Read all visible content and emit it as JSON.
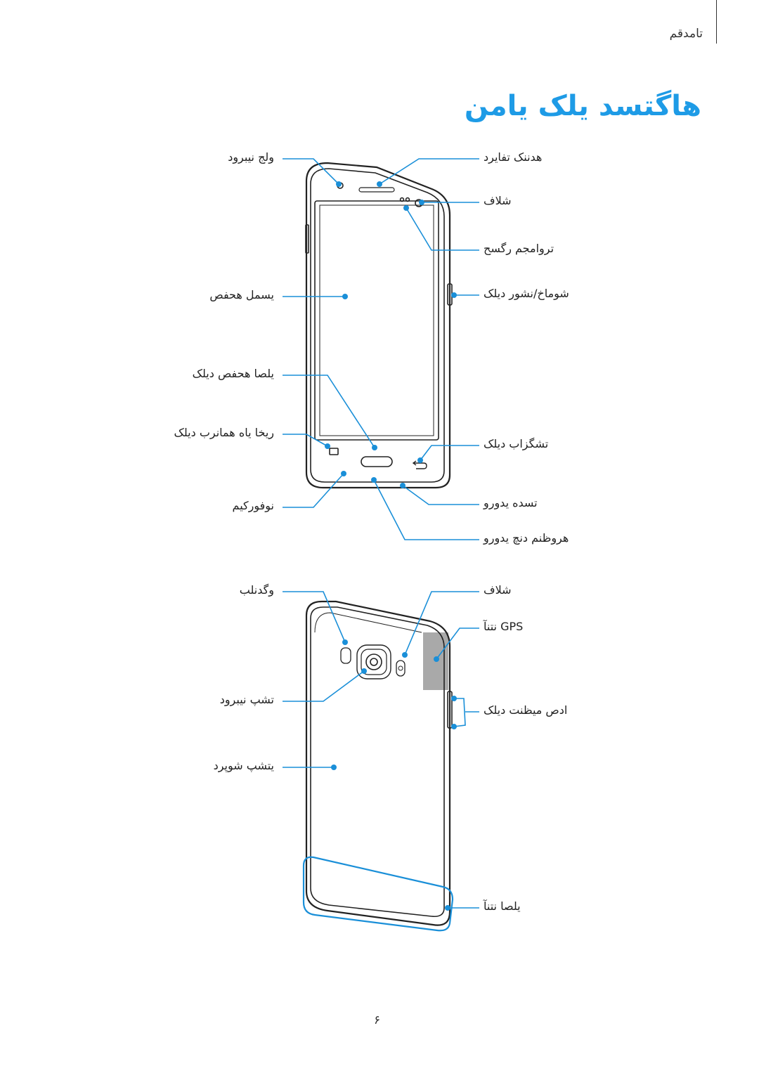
{
  "header": {
    "section": "تامدقم",
    "title": "هاگتسد یلک یامن"
  },
  "front": {
    "left_labels": {
      "front_camera": "ولج نیبرود",
      "touchscreen": "یسمل هحفص",
      "home_key": "یلصا هحفص دیلک",
      "recent_apps_key": "ریخا یاه همانرب دیلک",
      "microphone": "نوفورکیم"
    },
    "right_labels": {
      "earpiece": "هدننک تفایرد",
      "flash": "شلاف",
      "proximity_sensor": "تروامجم رگسح",
      "power_key": "شوماخ/نشور دیلک",
      "back_key": "تشگزاب دیلک",
      "headset_jack": "تسده یدورو",
      "multipurpose_jack": "هروظنم دنچ یدورو"
    }
  },
  "back": {
    "left_labels": {
      "speaker": "وگدنلب",
      "rear_camera": "تشپ نیبرود",
      "back_cover": "یتشپ شوپرد"
    },
    "right_labels": {
      "flash": "شلاف",
      "gps_antenna": "GPS نتنآ",
      "volume_key": "ادص میظنت دیلک",
      "main_antenna": "یلصا نتنآ"
    }
  },
  "page_number": "۶",
  "colors": {
    "accent": "#1e9be6",
    "callout": "#1a8fd8",
    "device_outline": "#222222",
    "antenna_area": "#a9a9a9"
  }
}
